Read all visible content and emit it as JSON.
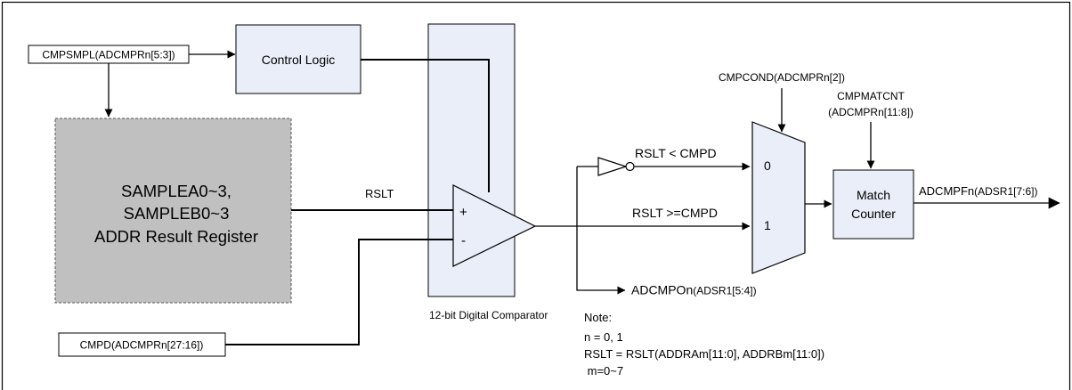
{
  "blocks": {
    "cmpsmpl": "CMPSMPL(ADCMPRn[5:3])",
    "control_logic": "Control Logic",
    "sample_register": {
      "line1": "SAMPLEA0~3,",
      "line2": "SAMPLEB0~3",
      "line3": "ADDR Result Register"
    },
    "cmpd": "CMPD(ADCMPRn[27:16])",
    "comparator_caption": "12-bit Digital Comparator",
    "comparator_plus": "+",
    "comparator_minus": "-",
    "rslt_label": "RSLT",
    "lt_label": "RSLT < CMPD",
    "ge_label": "RSLT >=CMPD",
    "adcmpo": {
      "main": "ADCMPOn",
      "sub": "(ADSR1[5:4])"
    },
    "cmpcond": "CMPCOND(ADCMPRn[2])",
    "mux_in0": "0",
    "mux_in1": "1",
    "cmpmatcnt": {
      "line1": "CMPMATCNT",
      "line2": "(ADCMPRn[11:8])"
    },
    "match_counter": {
      "line1": "Match",
      "line2": "Counter"
    },
    "adcmpf": {
      "main": "ADCMPFn",
      "sub": "(ADSR1[7:6])"
    }
  },
  "note": {
    "title": "Note:",
    "lines": [
      "n = 0, 1",
      "RSLT = RSLT(ADDRAm[11:0], ADDRBm[11:0])",
      " m=0~7"
    ]
  }
}
